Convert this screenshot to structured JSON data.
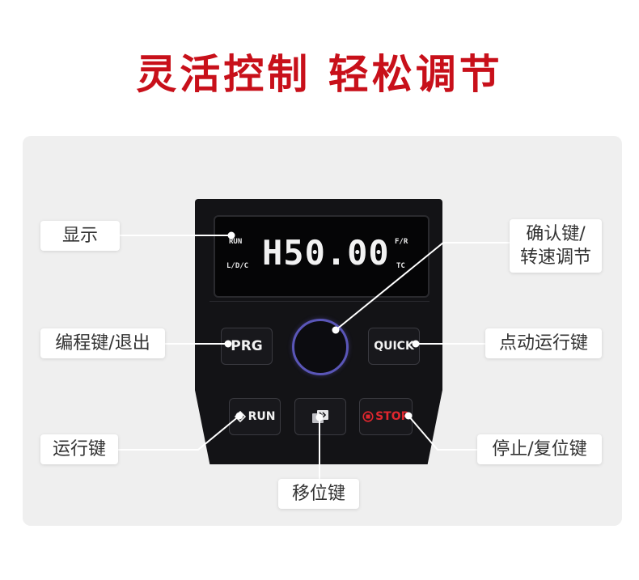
{
  "headline": "灵活控制 轻松调节",
  "display": {
    "main_value": "H50.00",
    "indicators": {
      "run": "RUN",
      "ldc": "L/D/C",
      "fr": "F/R",
      "tc": "TC"
    }
  },
  "keys": {
    "prg": "PRG",
    "quick": "QUICK",
    "run": "RUN",
    "stop": "STOP"
  },
  "callouts": {
    "display": "显示",
    "confirm_line1": "确认键/",
    "confirm_line2": "转速调节",
    "program_exit": "编程键/退出",
    "jog": "点动运行键",
    "run": "运行键",
    "stop_reset": "停止/复位键",
    "shift": "移位键"
  },
  "colors": {
    "headline": "#c8101a",
    "stop_key": "#e0262e",
    "knob_ring": "#5a56b8"
  }
}
